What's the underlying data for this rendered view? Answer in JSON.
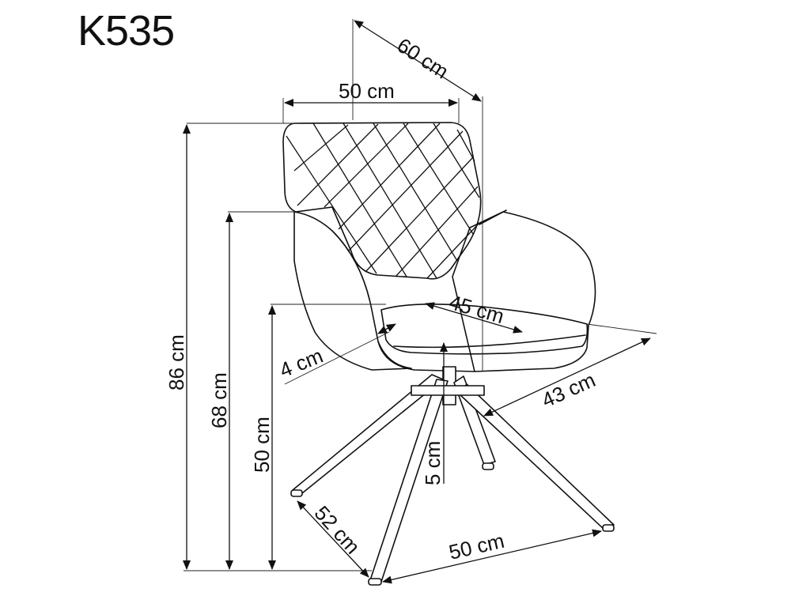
{
  "model": "K535",
  "dimensions": {
    "total_depth": "60 cm",
    "back_width": "50 cm",
    "total_height": "86 cm",
    "armrest_height": "68 cm",
    "seat_height": "50 cm",
    "seat_depth": "45 cm",
    "seat_width": "43 cm",
    "seat_thickness": "4 cm",
    "leg_base_height": "5 cm",
    "base_depth": "52 cm",
    "base_width": "50 cm"
  }
}
